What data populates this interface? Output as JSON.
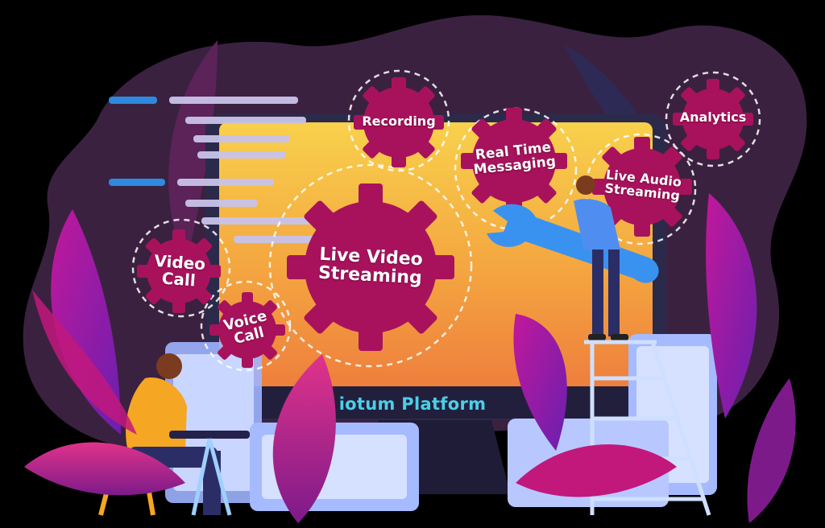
{
  "platform_label": "iotum Platform",
  "features": {
    "recording": "Recording",
    "analytics": "Analytics",
    "real_time_messaging": "Real Time\nMessaging",
    "live_audio_streaming": "Live Audio\nStreaming",
    "live_video_streaming": "Live Video\nStreaming",
    "video_call": "Video\nCall",
    "voice_call": "Voice\nCall"
  },
  "colors": {
    "background": "#000000",
    "blob": "#3a1f3f",
    "gear": "#a8125c",
    "screen_top": "#f7c94a",
    "screen_bottom": "#f08a3e",
    "platform_text": "#4ad0e8",
    "leaf_purple": "#9b2bbf",
    "leaf_magenta": "#c2187c"
  },
  "icons": {
    "gear": "gear-icon",
    "wrench": "wrench-icon",
    "ladder": "ladder-icon"
  }
}
